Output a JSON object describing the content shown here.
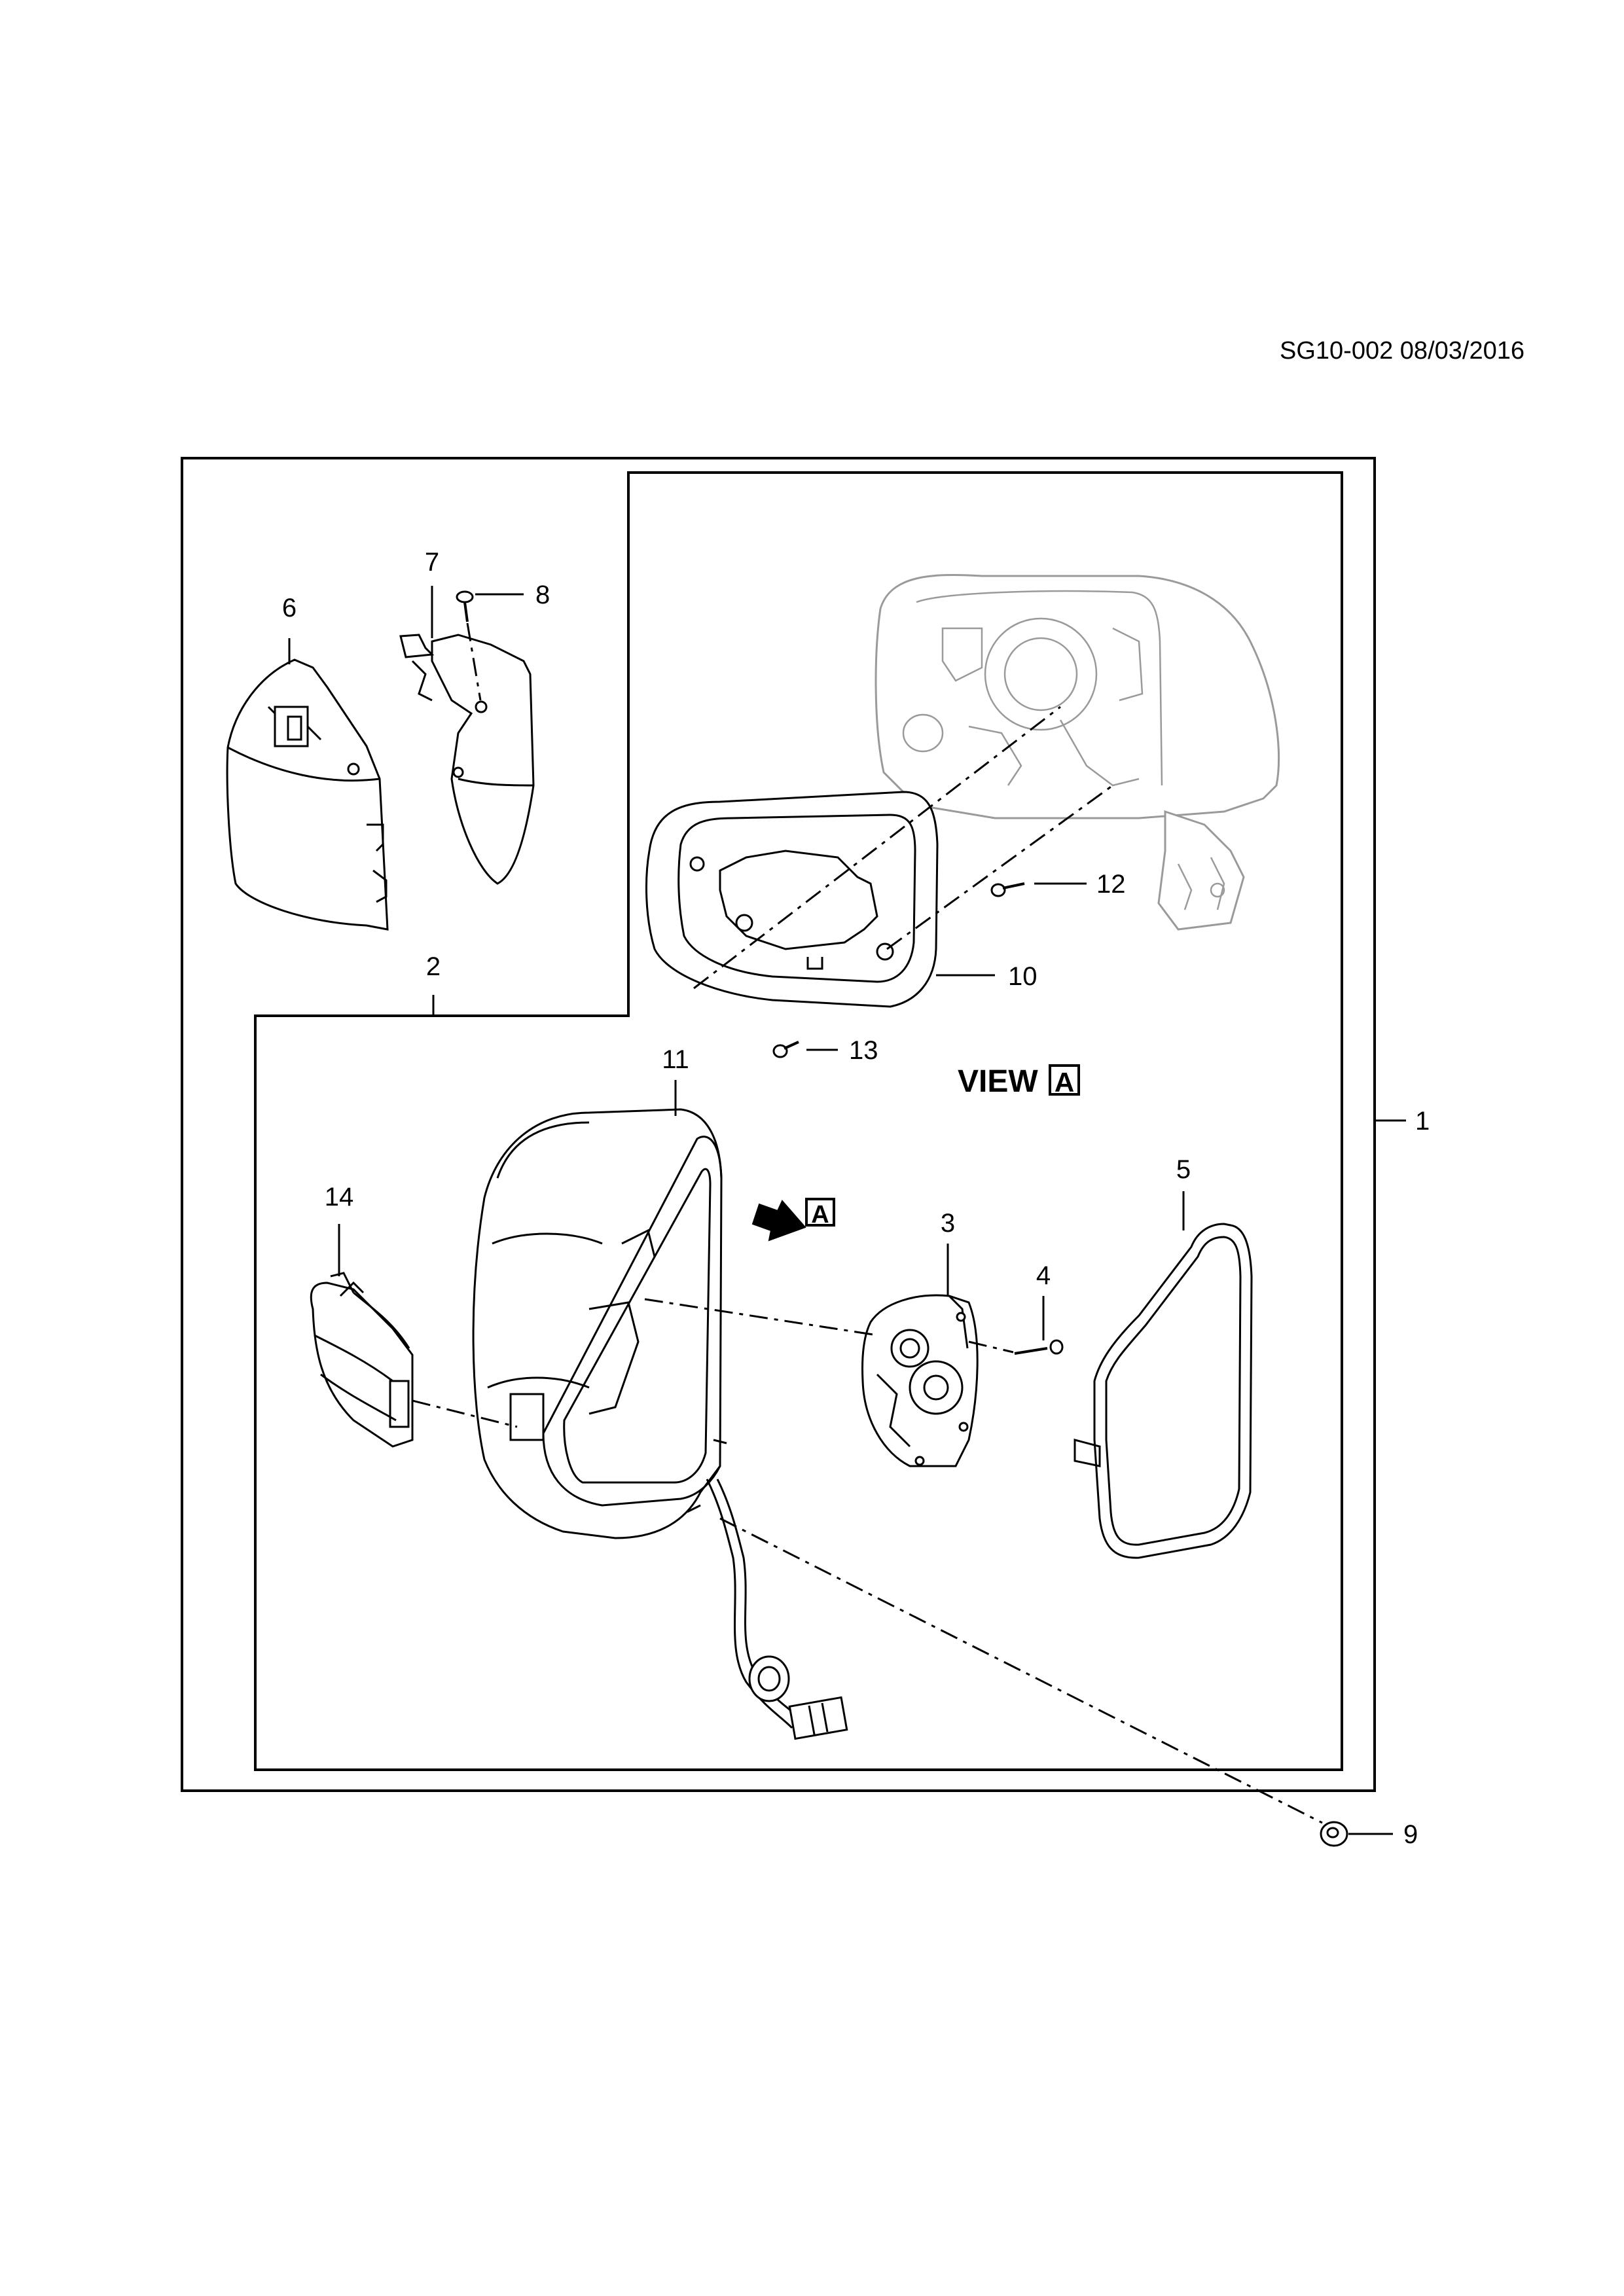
{
  "document": {
    "reference": "SG10-002 08/03/2016"
  },
  "view_label": {
    "text": "VIEW",
    "letter": "A"
  },
  "arrow_marker": {
    "letter": "A"
  },
  "callouts": {
    "c1": "1",
    "c2": "2",
    "c3": "3",
    "c4": "4",
    "c5": "5",
    "c6": "6",
    "c7": "7",
    "c8": "8",
    "c9": "9",
    "c10": "10",
    "c11": "11",
    "c12": "12",
    "c13": "13",
    "c14": "14"
  },
  "colors": {
    "ink": "#000000",
    "ghost_outline": "#9a9a9a",
    "background": "#ffffff"
  }
}
